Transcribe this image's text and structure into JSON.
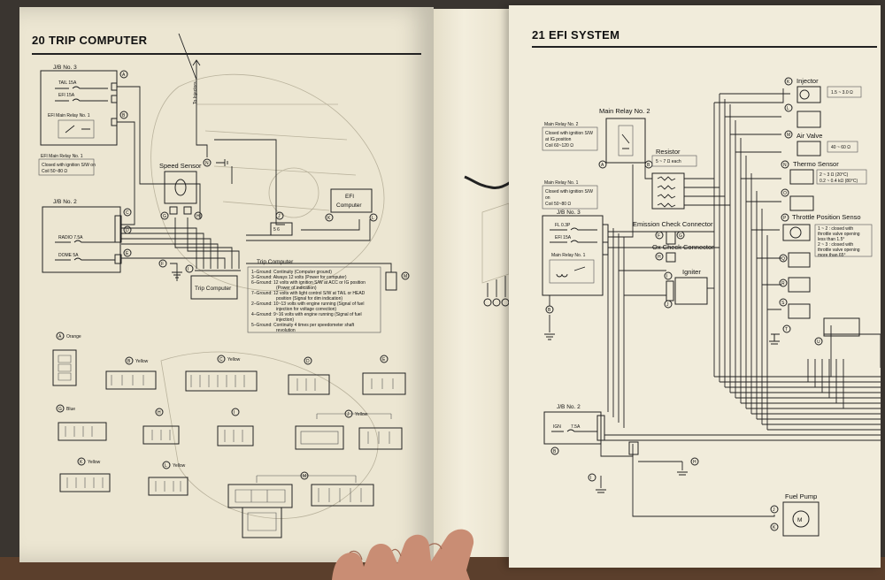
{
  "left_page": {
    "section_number": "20",
    "section_title": "TRIP COMPUTER",
    "jb3": {
      "label": "J/B No. 3",
      "tail": "TAIL 15A",
      "efi": "EFI 15A",
      "relay": "EFI Main Relay No. 1"
    },
    "relay_note": {
      "title": "EFI Main Relay No. 1",
      "line1": "Closed with ignition S/W on",
      "line2": "Coil 50~80 Ω"
    },
    "jb2": {
      "label": "J/B No. 2",
      "radio": "RADIO 7.5A",
      "dome": "DOME 5A"
    },
    "speed_sensor": "Speed Sensor",
    "to_injectors": "To Injectors",
    "efi_computer": {
      "line1": "EFI",
      "line2": "Computer"
    },
    "trip_computer_box": "Trip Computer",
    "legend": {
      "title": "Trip Computer",
      "rows": [
        "1–Ground:  Continuity (Computer ground)",
        "3–Ground:  Always 12 volts (Power for computer)",
        "6–Ground:  12 volts with ignition S/W at ACC or IG position",
        "(Power of indication)",
        "7–Ground:  12 volts with light control S/W at TAIL or HEAD",
        "position (Signal for dim indication)",
        "2–Ground:  10~13 volts with engine running (Signal of fuel",
        "injection for voltage correction)",
        "4–Ground:  9~16 volts with engine running (Signal of fuel",
        "injection)",
        "5–Ground:  Continuity 4 times per speedometer shaft",
        "revolution"
      ]
    },
    "connectors": {
      "A": "Orange",
      "B": "Yellow",
      "C": "Yellow",
      "D": "",
      "E": "",
      "G": "Blue",
      "H": "",
      "I": "",
      "J": "Yellow",
      "K": "Yellow",
      "L": "Yellow",
      "M": ""
    }
  },
  "right_page": {
    "section_number": "21",
    "section_title": "EFI SYSTEM",
    "main_relay_2": "Main Relay No. 2",
    "main_relay_2_note": {
      "title": "Main Relay No. 2",
      "line1": "Closed with ignition S/W",
      "line2": "at IG position",
      "line3": "Coil 60~120 Ω"
    },
    "main_relay_1_note": {
      "title": "Main Relay No. 1",
      "line1": "Closed with ignition S/W",
      "line2": "on",
      "line3": "Coil 50~80 Ω"
    },
    "resistor": {
      "label": "Resistor",
      "value": "5 ~ 7 Ω each"
    },
    "jb3": {
      "label": "J/B No. 3",
      "fl": "FL 0.3P",
      "efi": "EFI 15A",
      "relay": "Main Relay No. 1"
    },
    "emission_check": "Emission Check Connector",
    "ox_check": "Ox Check Connector",
    "igniter": "Igniter",
    "jb2": {
      "label": "J/B No. 2",
      "ign": "IGN",
      "fuse": "7.5A"
    },
    "fuel_pump": "Fuel Pump",
    "injector": {
      "label": "Injector",
      "value": "1.5 ~ 3.0 Ω"
    },
    "air_valve": {
      "label": "Air Valve",
      "value": "40 ~ 60 Ω"
    },
    "thermo_sensor": {
      "label": "Thermo Sensor",
      "line1": "2 ~ 3 Ω (20°C)",
      "line2": "0.2 ~ 0.4 kΩ (80°C)"
    },
    "throttle_sensor": {
      "label": "Throttle Position Senso",
      "line1": "1 ~ 2 : closed with",
      "line2": "throttle valve opening",
      "line3": "less than 1.5°",
      "line4": "2 ~ 3 : closed with",
      "line5": "throttle valve opening",
      "line6": "more than 65°"
    }
  }
}
